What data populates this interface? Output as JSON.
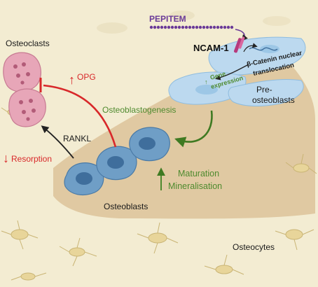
{
  "labels": {
    "osteoclasts": "Osteoclasts",
    "pepitem": "PEPITEM",
    "ncam1": "NCAM-1",
    "beta_catenin_line1": "β-Catenin nuclear",
    "beta_catenin_line2": "translocation",
    "gene_line1": "Gene",
    "gene_line2": "expression",
    "pre_line1": "Pre-",
    "pre_line2": "osteoblasts",
    "opg": "OPG",
    "osteoblastogenesis": "Osteoblastogenesis",
    "rankl": "RANKL",
    "resorption": "Resorption",
    "maturation": "Maturation",
    "mineralisation": "Mineralisation",
    "osteoblasts": "Osteoblasts",
    "osteocytes": "Osteocytes",
    "arrow_up": "↑",
    "arrow_down": "↓"
  },
  "colors": {
    "inhibition": "#d8282a",
    "promotion": "#4e8a2e",
    "pepitem": "#6a3a98",
    "bone_matrix": "#f3ecd2",
    "marrow_pocket": "#e0c9a2",
    "osteoblast_cell": "#6f9ec6",
    "pre_osteoblast_cell": "#bcd9ef",
    "osteoclast_cell": "#e7a6b8",
    "osteocyte_cell": "#e8d59a"
  }
}
